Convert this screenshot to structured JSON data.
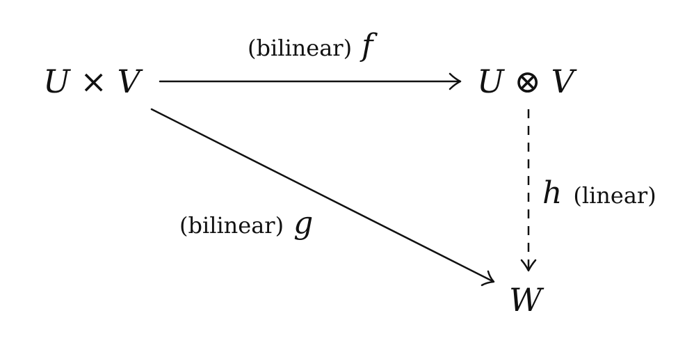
{
  "nodes": {
    "product": "U × V",
    "tensor": "U ⊗ V",
    "target": "W"
  },
  "edges": {
    "f": {
      "qualifier": "(bilinear)",
      "name": "f"
    },
    "g": {
      "qualifier": "(bilinear)",
      "name": "g"
    },
    "h": {
      "name": "h",
      "qualifier": "(linear)",
      "style": "dashed"
    }
  },
  "colors": {
    "ink": "#111111",
    "background": "#ffffff"
  }
}
